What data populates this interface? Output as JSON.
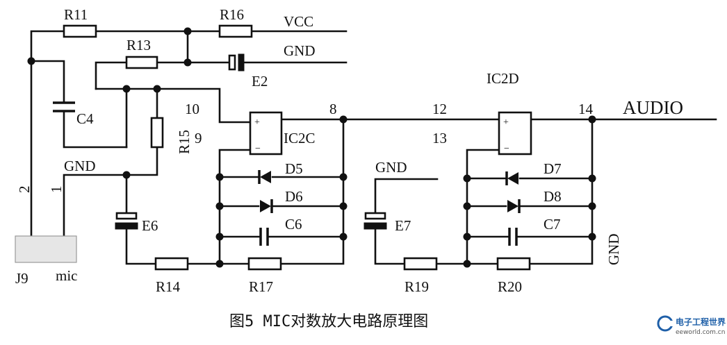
{
  "diagram": {
    "caption": "图5 MIC对数放大电路原理图",
    "labels": {
      "R11": "R11",
      "R16": "R16",
      "R13": "R13",
      "R15": "R15",
      "R14": "R14",
      "R17": "R17",
      "R19": "R19",
      "R20": "R20",
      "C4": "C4",
      "C6": "C6",
      "C7": "C7",
      "E2": "E2",
      "E6": "E6",
      "E7": "E7",
      "D5": "D5",
      "D6": "D6",
      "D7": "D7",
      "D8": "D8",
      "IC2C": "IC2C",
      "IC2D": "IC2D",
      "VCC": "VCC",
      "GND_top": "GND",
      "GND_left": "GND",
      "GND_mid": "GND",
      "GND_right": "GND",
      "AUDIO": "AUDIO",
      "J9": "J9",
      "mic": "mic",
      "pin10": "10",
      "pin9": "9",
      "pin8": "8",
      "pin12": "12",
      "pin13": "13",
      "pin14": "14",
      "pin2": "2",
      "pin1": "1"
    }
  },
  "watermark": {
    "title": "电子工程世界",
    "url": "eeworld.com.cn"
  }
}
